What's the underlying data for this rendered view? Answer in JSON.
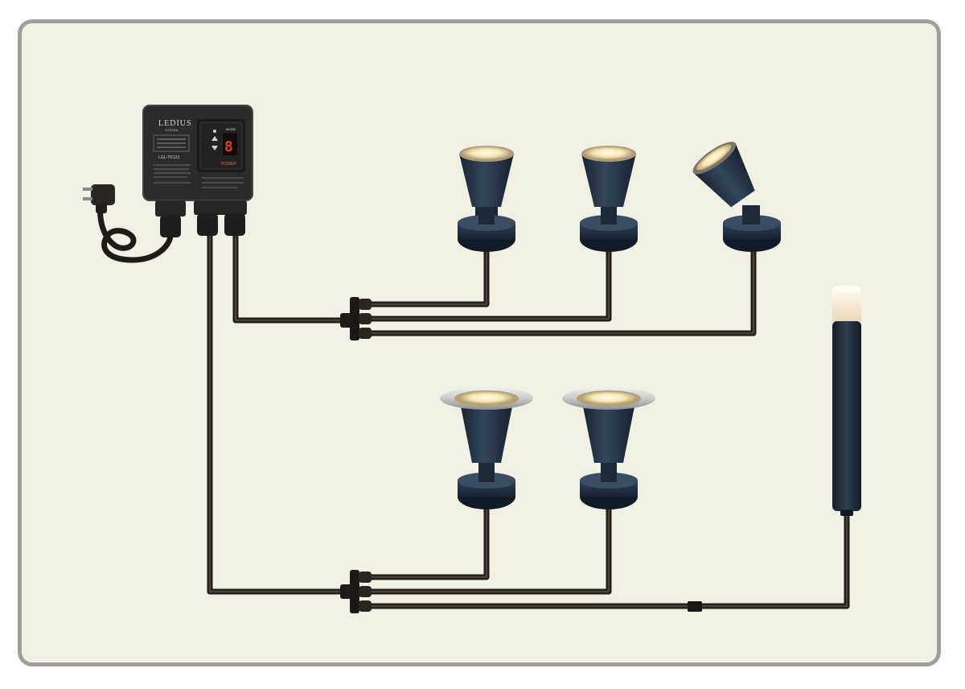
{
  "transformer": {
    "brand": "LEDIUS",
    "brand_sub": "SYSTEM",
    "model": "LGL-TR123",
    "display_digit": "8",
    "panel_label": "MODE",
    "power_label": "POWER"
  },
  "colors": {
    "background": "#f1f0e4",
    "border": "#9e9e9e",
    "cable": "#2f2a26",
    "fixture_body": "#24303f",
    "light_glow": "#fff3c8",
    "transformer_body": "#2b2b2b"
  },
  "components": {
    "upper_group": [
      "spotlight",
      "spotlight",
      "angled-spotlight"
    ],
    "lower_group": [
      "flanged-spotlight",
      "flanged-spotlight",
      "pole-light"
    ]
  }
}
